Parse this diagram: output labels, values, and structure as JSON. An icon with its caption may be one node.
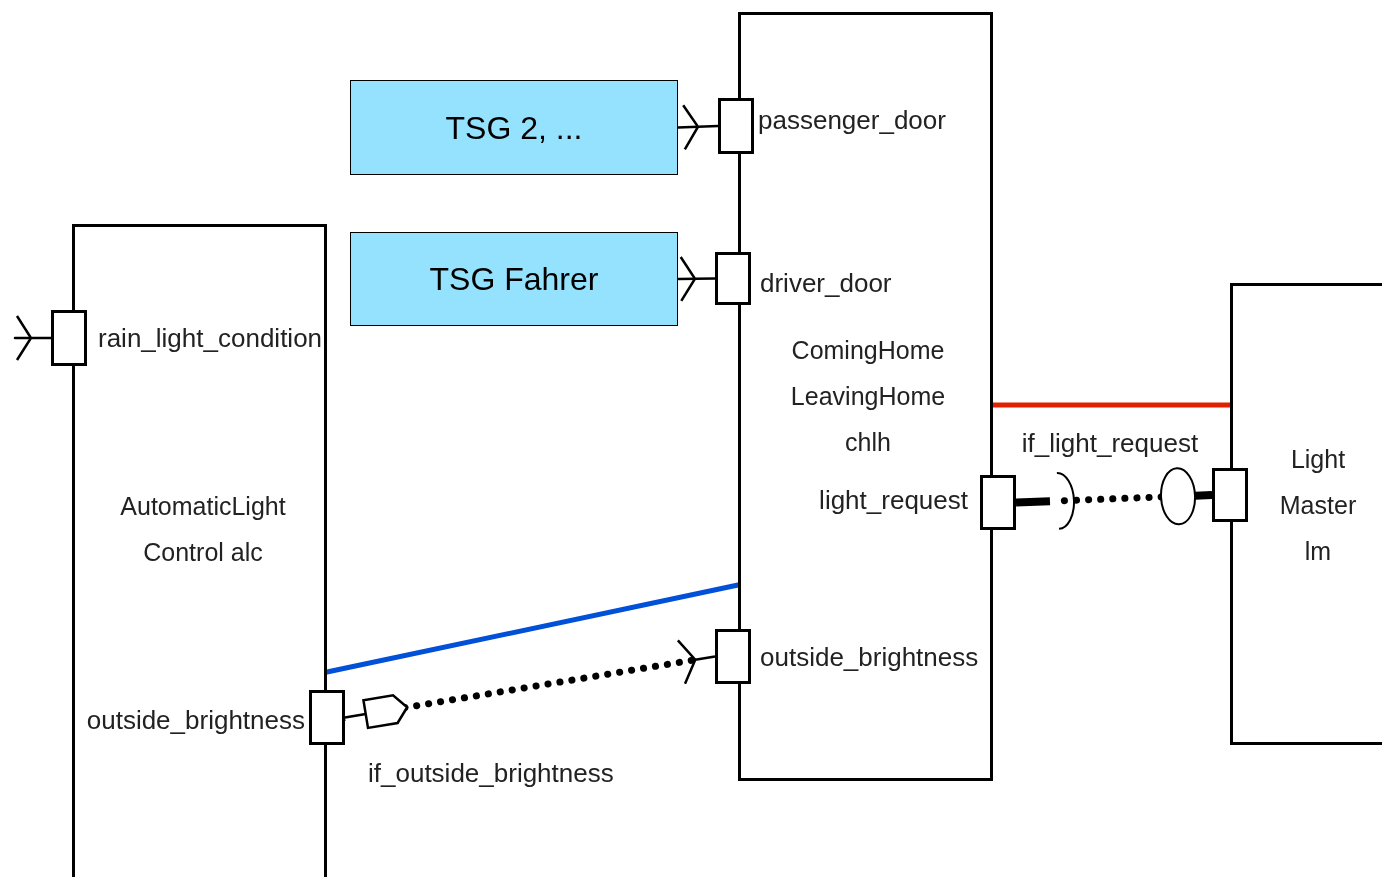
{
  "diagram": {
    "nodes": [
      {
        "text": [
          "AutomaticLight Control alc"
        ]
      },
      {
        "text": [],
        "shape": "box",
        "beside": [
          "rain_light_condition"
        ]
      },
      {
        "text": [],
        "shape": "box",
        "beside": [
          "outside_brightness"
        ]
      },
      {
        "text": [
          "ComingHome LeavingHome chlh"
        ]
      },
      {
        "text": [],
        "shape": "box",
        "beside": [
          "passenger_door"
        ]
      },
      {
        "text": [],
        "shape": "box",
        "beside": [
          "driver_door"
        ]
      },
      {
        "text": [],
        "shape": "box",
        "beside": [
          "light_request"
        ]
      },
      {
        "text": [],
        "shape": "box",
        "beside": [
          "outside_brightness"
        ]
      },
      {
        "text": [
          "TSG 2, ..."
        ]
      },
      {
        "text": [
          "TSG Fahrer"
        ]
      },
      {
        "text": [
          "Light Master lm"
        ]
      },
      {
        "text": [],
        "shape": "box"
      }
    ],
    "edges": [
      {
        "from": 2,
        "to": 7,
        "arrow": "other",
        "style": "dashed",
        "label": "if_outside_brightness"
      },
      {
        "from": 6,
        "to": 11,
        "arrow": "other",
        "style": "dashed",
        "label": "if_light_request"
      },
      {
        "from": 0,
        "to": 3,
        "arrow": "none",
        "color": "#0050d8"
      },
      {
        "from": 3,
        "to": 10,
        "arrow": "none",
        "color": "#e02000"
      },
      {
        "from": 8,
        "to": 4,
        "arrow": "other"
      },
      {
        "from": 9,
        "to": 5,
        "arrow": "other"
      },
      {
        "from": null,
        "to": 1,
        "arrow": "other"
      }
    ]
  }
}
